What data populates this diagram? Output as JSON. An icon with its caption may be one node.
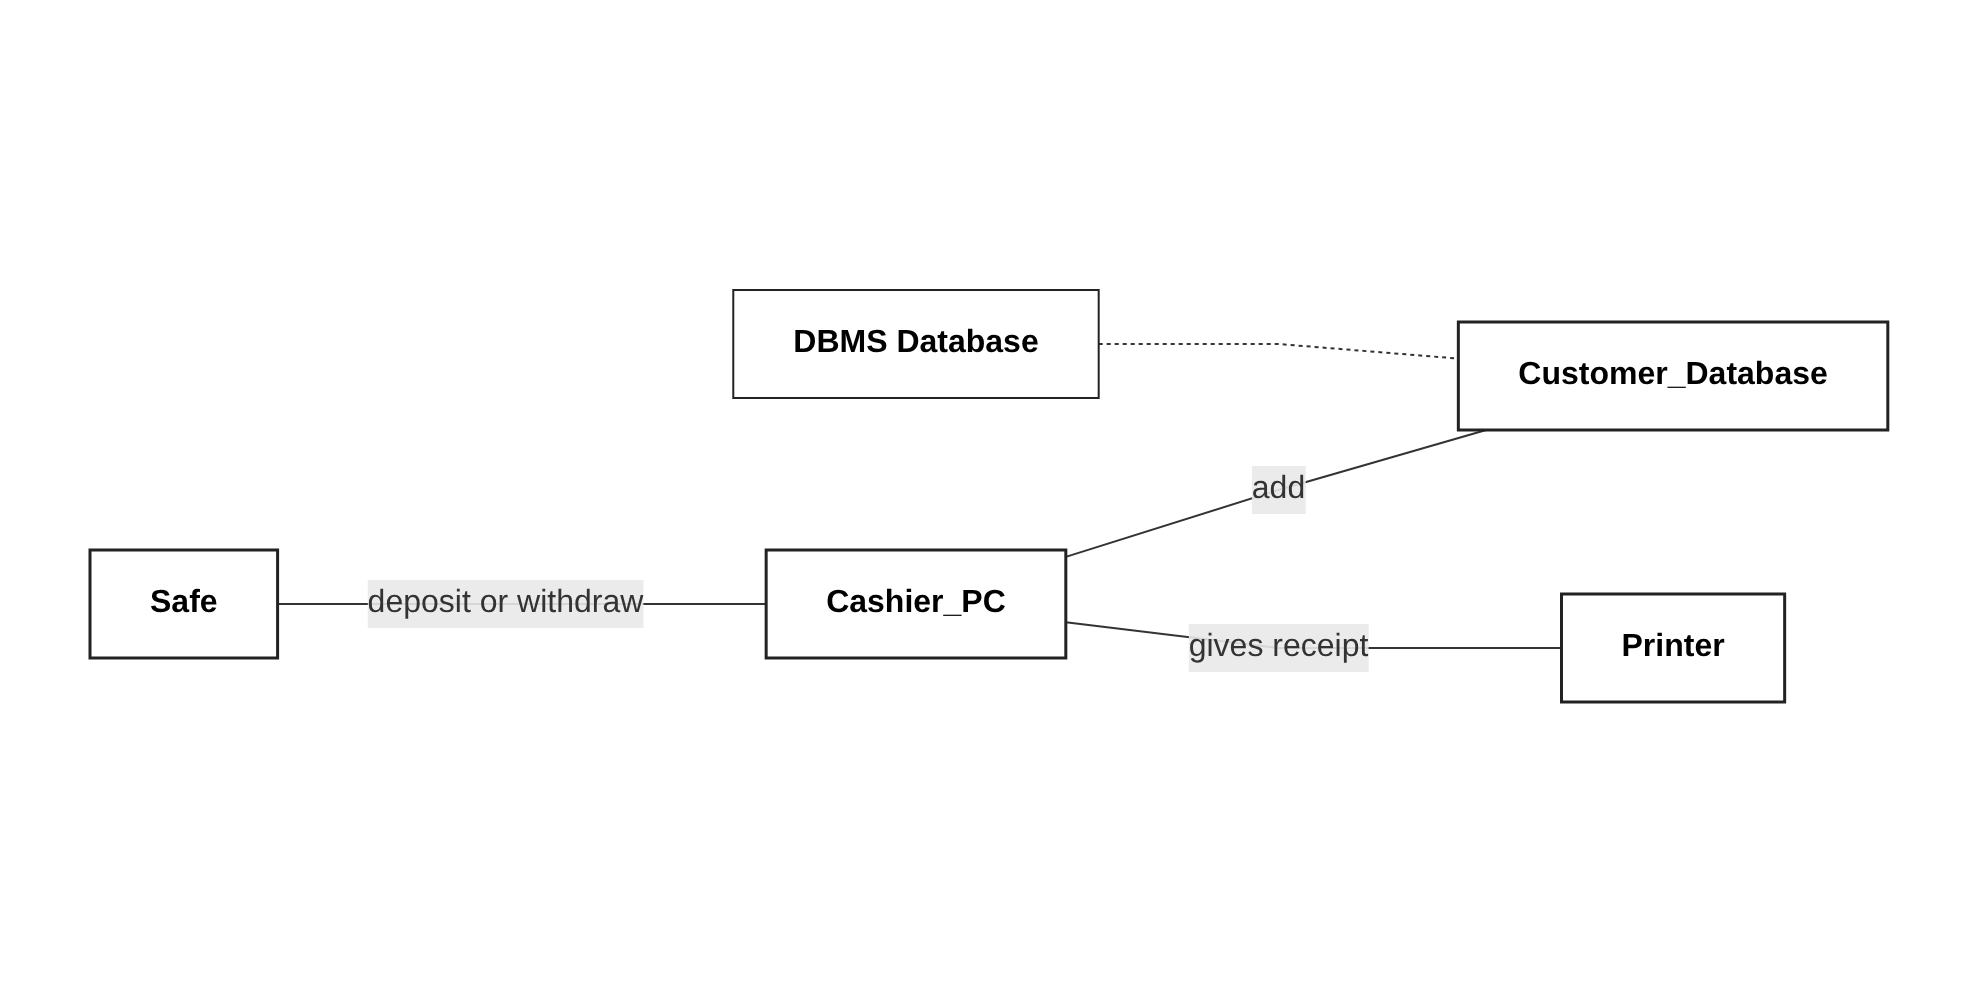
{
  "diagram": {
    "nodes": [
      {
        "text": [
          "Safe"
        ]
      },
      {
        "text": [
          "Cashier_PC"
        ]
      },
      {
        "text": [
          "Customer_Database"
        ]
      },
      {
        "text": [
          "Printer"
        ]
      },
      {
        "text": [
          "DBMS Database"
        ]
      }
    ],
    "edges": [
      {
        "from": 0,
        "to": 1,
        "arrow": "none",
        "label": "deposit or withdraw"
      },
      {
        "from": 1,
        "to": 2,
        "arrow": "none",
        "label": "add"
      },
      {
        "from": 1,
        "to": 3,
        "arrow": "none",
        "label": "gives receipt"
      },
      {
        "from": 4,
        "to": 2,
        "arrow": "none",
        "style": "dashed"
      }
    ]
  }
}
